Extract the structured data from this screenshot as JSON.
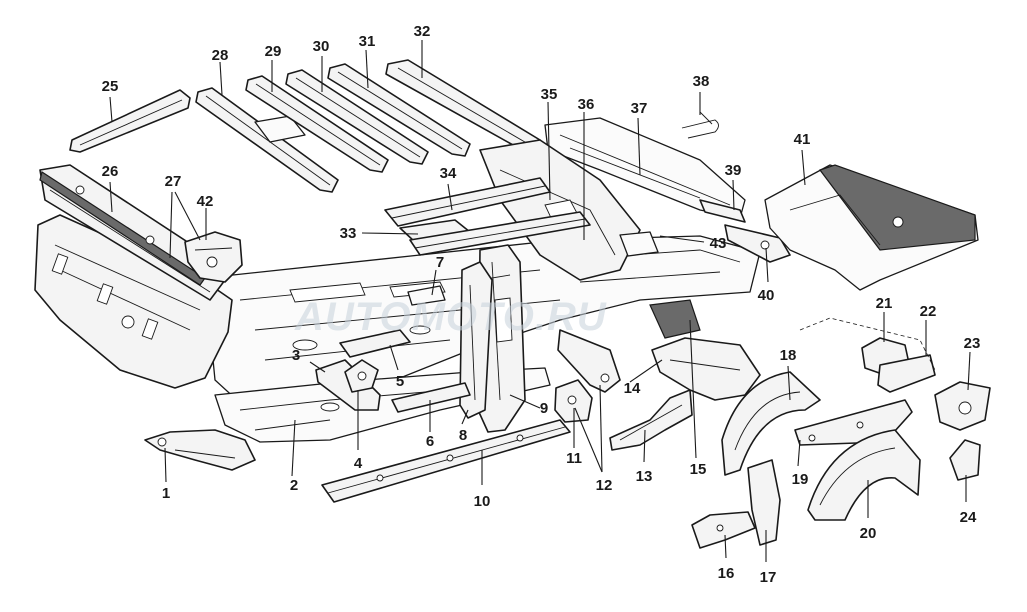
{
  "watermark": "AUTOMOTO.RU",
  "callouts": {
    "c1": "1",
    "c2": "2",
    "c3": "3",
    "c4": "4",
    "c5": "5",
    "c6": "6",
    "c7": "7",
    "c8": "8",
    "c9": "9",
    "c10": "10",
    "c11": "11",
    "c12": "12",
    "c13": "13",
    "c14": "14",
    "c15": "15",
    "c16": "16",
    "c17": "17",
    "c18": "18",
    "c19": "19",
    "c20": "20",
    "c21": "21",
    "c22": "22",
    "c23": "23",
    "c24": "24",
    "c25": "25",
    "c26": "26",
    "c27": "27",
    "c28": "28",
    "c29": "29",
    "c30": "30",
    "c31": "31",
    "c32": "32",
    "c33": "33",
    "c34": "34",
    "c35": "35",
    "c36": "36",
    "c37": "37",
    "c38": "38",
    "c39": "39",
    "c40": "40",
    "c41": "41",
    "c42": "42",
    "c43": "43"
  }
}
